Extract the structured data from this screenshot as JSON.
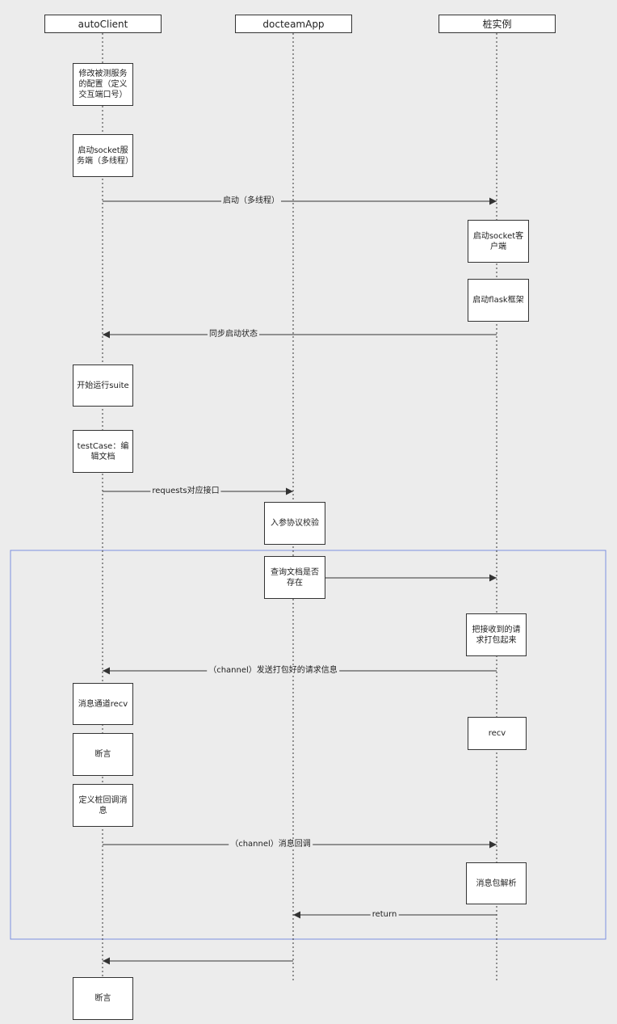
{
  "participants": [
    {
      "id": "autoClient",
      "label": "autoClient"
    },
    {
      "id": "docteamApp",
      "label": "docteamApp"
    },
    {
      "id": "stub",
      "label": "桩实例"
    }
  ],
  "activations": [
    {
      "text": "修改被测服务的配置（定义交互端口号）"
    },
    {
      "text": "启动socket服务端（多线程）"
    },
    {
      "text": "启动socket客户端"
    },
    {
      "text": "启动flask框架"
    },
    {
      "text": "开始运行suite"
    },
    {
      "text": "testCase：编辑文档"
    },
    {
      "text": "入参协议校验"
    },
    {
      "text": "查询文档是否存在"
    },
    {
      "text": "把接收到的请求打包起来"
    },
    {
      "text": "消息通道recv"
    },
    {
      "text": "recv"
    },
    {
      "text": "断言"
    },
    {
      "text": "定义桩回调消息"
    },
    {
      "text": "消息包解析"
    },
    {
      "text": "断言"
    }
  ],
  "messages": [
    {
      "label": "启动（多线程）"
    },
    {
      "label": "同步启动状态"
    },
    {
      "label": "requests对应接口"
    },
    {
      "label": ""
    },
    {
      "label": "（channel）发送打包好的请求信息"
    },
    {
      "label": "（channel）消息回调"
    },
    {
      "label": "return"
    },
    {
      "label": ""
    }
  ],
  "colors": {
    "background": "#ececec",
    "frame": "#7b8fe0",
    "line": "#333333"
  }
}
